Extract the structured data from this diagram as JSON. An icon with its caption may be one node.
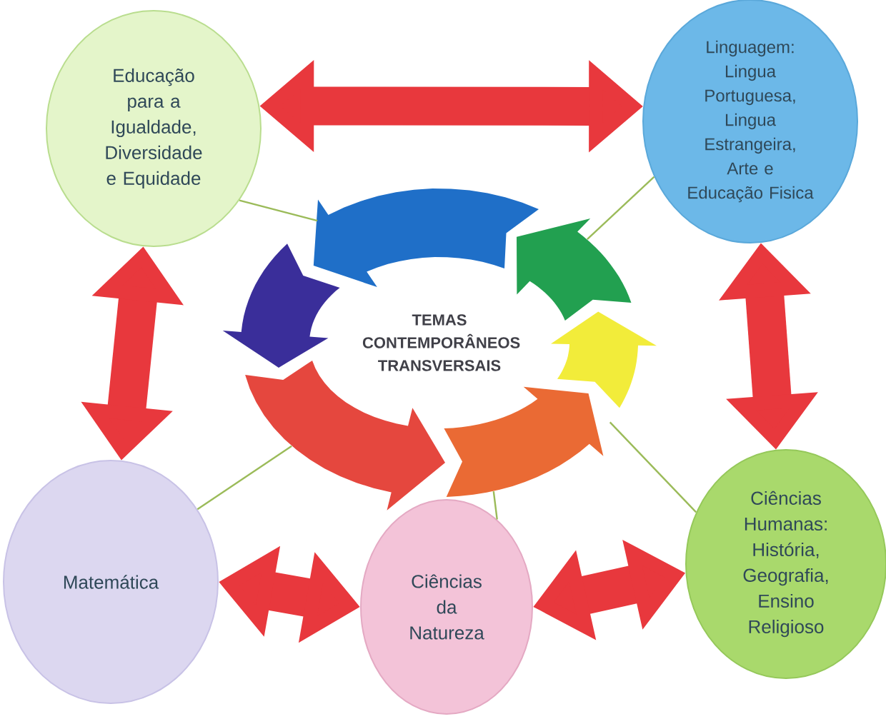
{
  "diagram": {
    "nodes": [
      {
        "text": [
          "Educação para a Igualdade, Diversidade e Equidade"
        ]
      },
      {
        "text": [
          "Linguagem: Lingua Portuguesa, Lingua Estrangeira, Arte e Educação Fisica"
        ]
      },
      {
        "text": [
          "TEMAS CONTEMPORÂNEOS TRANSVERSAIS"
        ]
      },
      {
        "text": [
          "Matemática"
        ]
      },
      {
        "text": [
          "Ciências da Natureza"
        ]
      },
      {
        "text": [
          "Ciências Humanas: História, Geografia, Ensino Religioso"
        ]
      }
    ],
    "edges": [
      {
        "from": 0,
        "to": 1,
        "arrow": "both",
        "style": "thick",
        "color": "#e8383d"
      },
      {
        "from": 0,
        "to": 3,
        "arrow": "both",
        "style": "thick",
        "color": "#e8383d"
      },
      {
        "from": 1,
        "to": 5,
        "arrow": "both",
        "style": "thick",
        "color": "#e8383d"
      },
      {
        "from": 3,
        "to": 4,
        "arrow": "both",
        "style": "thick",
        "color": "#e8383d"
      },
      {
        "from": 4,
        "to": 5,
        "arrow": "both",
        "style": "thick",
        "color": "#e8383d"
      },
      {
        "from": 0,
        "to": 2,
        "arrow": "none",
        "color": "#9bbb59"
      },
      {
        "from": 1,
        "to": 2,
        "arrow": "none",
        "color": "#9bbb59"
      },
      {
        "from": 3,
        "to": 2,
        "arrow": "none",
        "color": "#9bbb59"
      },
      {
        "from": 4,
        "to": 2,
        "arrow": "none",
        "color": "#9bbb59"
      },
      {
        "from": 5,
        "to": 2,
        "arrow": "none",
        "color": "#9bbb59"
      }
    ]
  }
}
